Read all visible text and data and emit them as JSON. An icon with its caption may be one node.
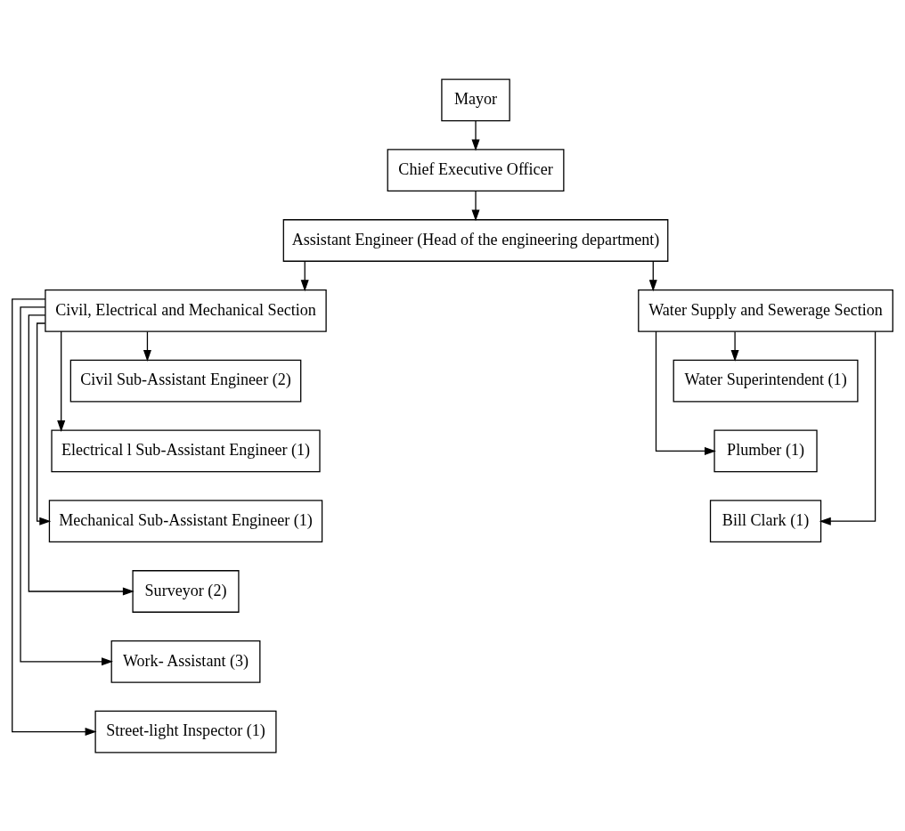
{
  "diagram": {
    "nodes": [
      {
        "text": [
          "Mayor"
        ]
      },
      {
        "text": [
          "Chief Executive Officer"
        ]
      },
      {
        "text": [
          "Assistant Engineer (Head of the engineering department)"
        ]
      },
      {
        "text": [
          "Civil, Electrical and Mechanical Section"
        ]
      },
      {
        "text": [
          "Water Supply and Sewerage Section"
        ]
      },
      {
        "text": [
          "Civil Sub-Assistant Engineer (2)"
        ]
      },
      {
        "text": [
          "Electrical l Sub-Assistant Engineer (1)"
        ]
      },
      {
        "text": [
          "Mechanical Sub-Assistant Engineer (1)"
        ]
      },
      {
        "text": [
          "Surveyor (2)"
        ]
      },
      {
        "text": [
          "Work- Assistant (3)"
        ]
      },
      {
        "text": [
          "Street-light Inspector (1)"
        ]
      },
      {
        "text": [
          "Water Superintendent (1)"
        ]
      },
      {
        "text": [
          "Plumber (1)"
        ]
      },
      {
        "text": [
          "Bill Clark (1)"
        ]
      }
    ],
    "edges": [
      {
        "from": 0,
        "to": 1,
        "arrow": "to"
      },
      {
        "from": 1,
        "to": 2,
        "arrow": "to"
      },
      {
        "from": 2,
        "to": 3,
        "arrow": "to"
      },
      {
        "from": 2,
        "to": 4,
        "arrow": "to"
      },
      {
        "from": 3,
        "to": 5,
        "arrow": "to"
      },
      {
        "from": 3,
        "to": 6,
        "arrow": "to"
      },
      {
        "from": 3,
        "to": 7,
        "arrow": "to"
      },
      {
        "from": 3,
        "to": 8,
        "arrow": "to"
      },
      {
        "from": 3,
        "to": 9,
        "arrow": "to"
      },
      {
        "from": 3,
        "to": 10,
        "arrow": "to"
      },
      {
        "from": 4,
        "to": 11,
        "arrow": "to"
      },
      {
        "from": 4,
        "to": 12,
        "arrow": "to"
      },
      {
        "from": 4,
        "to": 13,
        "arrow": "to"
      }
    ]
  }
}
